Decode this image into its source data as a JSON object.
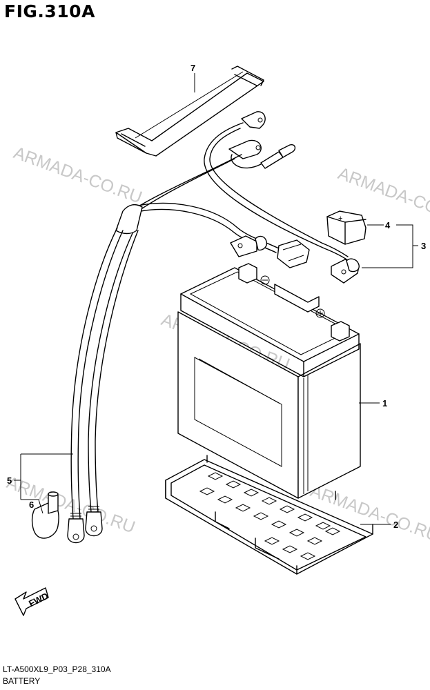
{
  "figure": {
    "title": "FIG.310A",
    "code": "LT-A500XL9_P03_P28_310A",
    "caption": "BATTERY"
  },
  "watermarks": [
    "ARMADA-CO.RU",
    "ARMADA-CO.RU",
    "ARMADA-CO.RU",
    "ARMADA-CO.RU",
    "ARMADA-CO.RU"
  ],
  "callouts": [
    "1",
    "2",
    "3",
    "4",
    "5",
    "6",
    "7"
  ],
  "fwd_label": "FWD",
  "battery_symbols": {
    "plus": "+",
    "minus": "-"
  },
  "colors": {
    "line": "#000000",
    "watermark": "#c8c8c8",
    "background": "#ffffff"
  }
}
